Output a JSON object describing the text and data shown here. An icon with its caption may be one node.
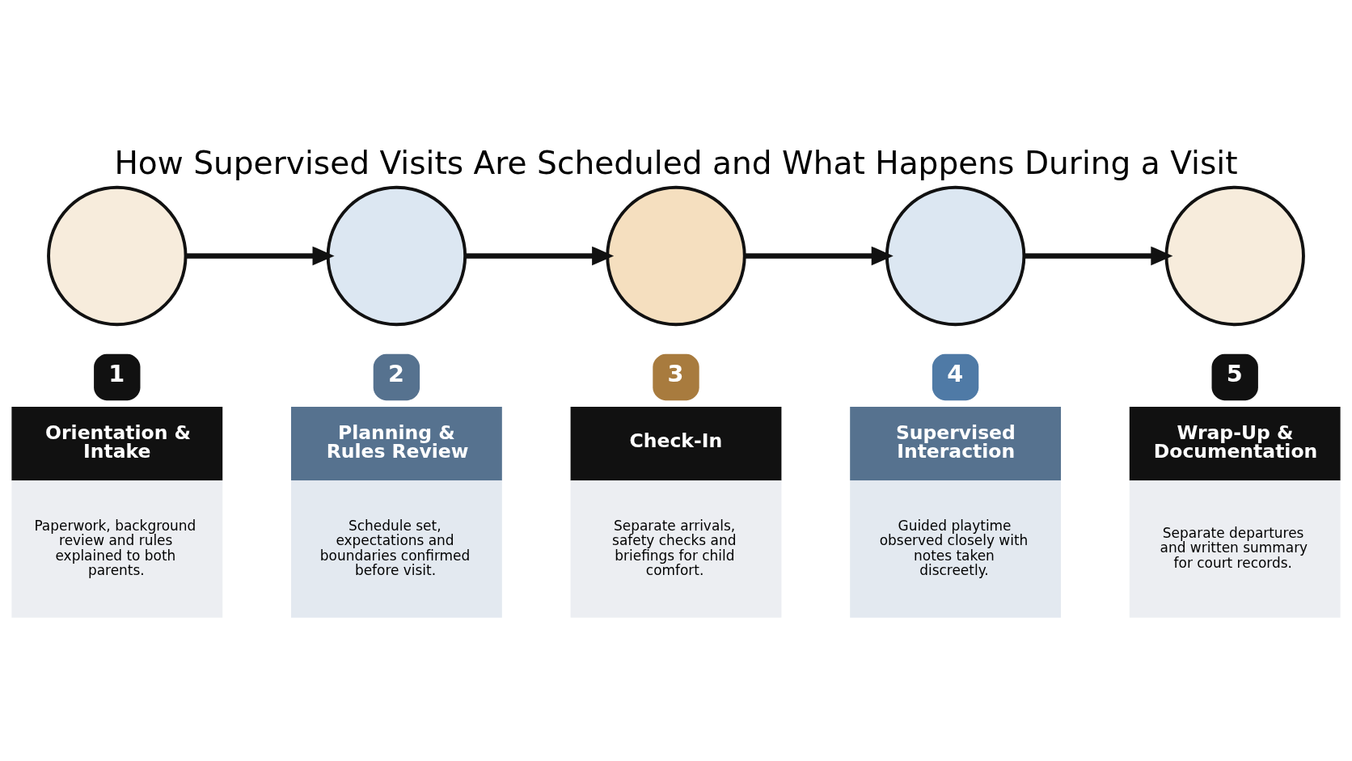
{
  "diagram": {
    "title": "How Supervised Visits Are Scheduled and What Happens During a Visit",
    "nodes": [
      {
        "text": [],
        "shape": "circle"
      },
      {
        "text": [],
        "shape": "circle"
      },
      {
        "text": [],
        "shape": "circle"
      },
      {
        "text": [],
        "shape": "circle"
      },
      {
        "text": [],
        "shape": "circle"
      },
      {
        "text": [
          "1",
          "Orientation & Intake",
          "Paperwork, background review and rules explained to both parents."
        ]
      },
      {
        "text": [
          "2",
          "Planning & Rules Review",
          "Schedule set, expectations and boundaries confirmed before visit."
        ]
      },
      {
        "text": [
          "3",
          "Check-In",
          "Separate arrivals, safety checks and briefings for child comfort."
        ]
      },
      {
        "text": [
          "4",
          "Supervised Interaction",
          "Guided playtime observed closely with notes taken discreetly."
        ]
      },
      {
        "text": [
          "5",
          "Wrap-Up & Documentation",
          "Separate departures and written summary for court records."
        ]
      }
    ],
    "edges": [
      {
        "from": 0,
        "to": 1,
        "arrow": "to"
      },
      {
        "from": 1,
        "to": 2,
        "arrow": "to"
      },
      {
        "from": 2,
        "to": 3,
        "arrow": "to"
      },
      {
        "from": 3,
        "to": 4,
        "arrow": "to"
      }
    ]
  }
}
